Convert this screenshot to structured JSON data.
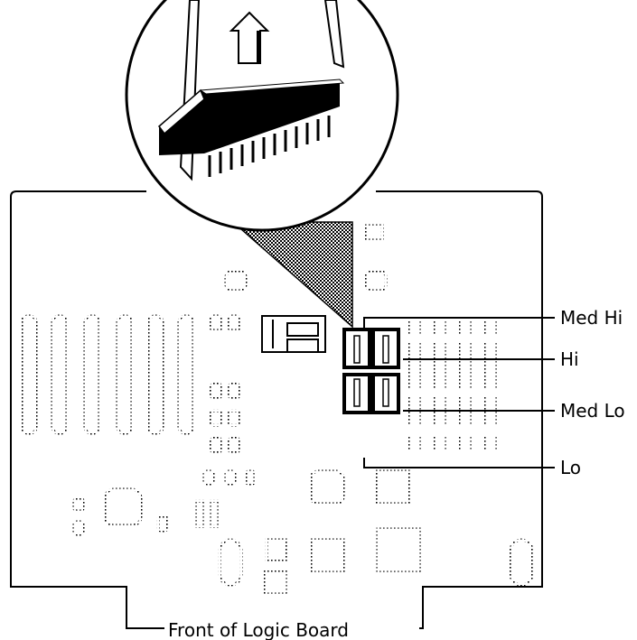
{
  "diagram": {
    "labels": {
      "med_hi": "Med Hi",
      "hi": "Hi",
      "med_lo": "Med Lo",
      "lo": "Lo",
      "front": "Front of Logic Board"
    },
    "colors": {
      "ink": "#000000",
      "paper": "#ffffff"
    },
    "icons": {
      "arrow": "up-arrow-icon",
      "chip": "rom-chip-icon"
    }
  }
}
